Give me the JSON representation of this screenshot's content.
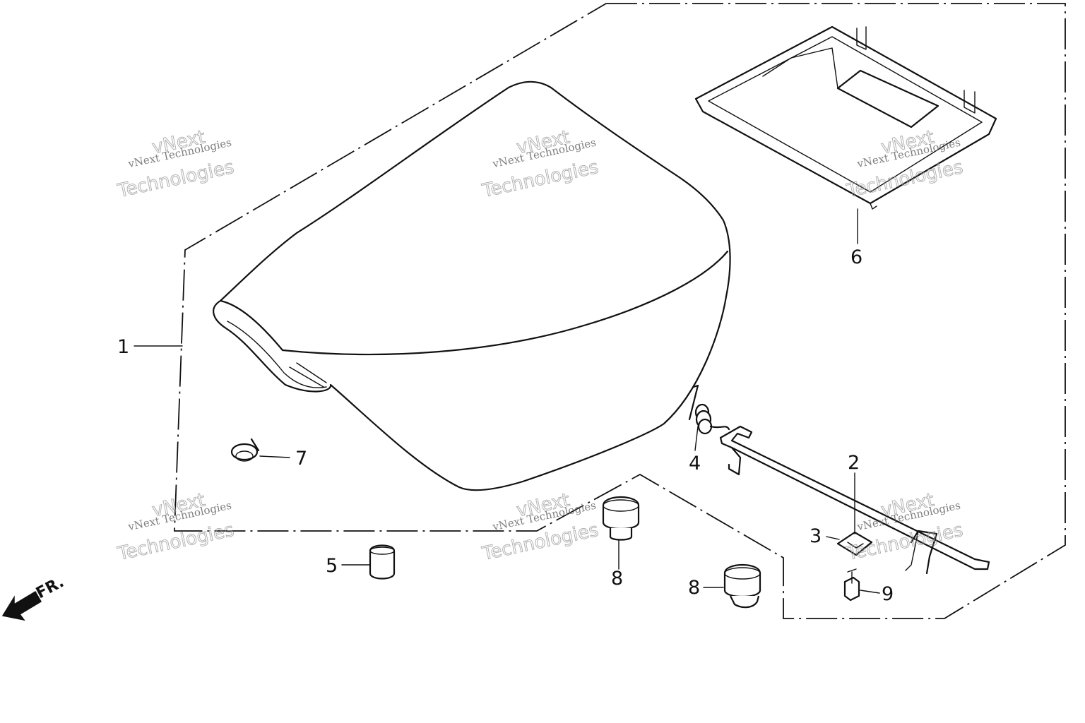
{
  "diagram": {
    "callouts": [
      "1",
      "2",
      "3",
      "4",
      "5",
      "6",
      "7",
      "8",
      "8",
      "9"
    ],
    "direction_label": "FR.",
    "watermark": {
      "line1": "vNext",
      "line2": "vNext Technologies",
      "line3": "Technologies"
    }
  }
}
